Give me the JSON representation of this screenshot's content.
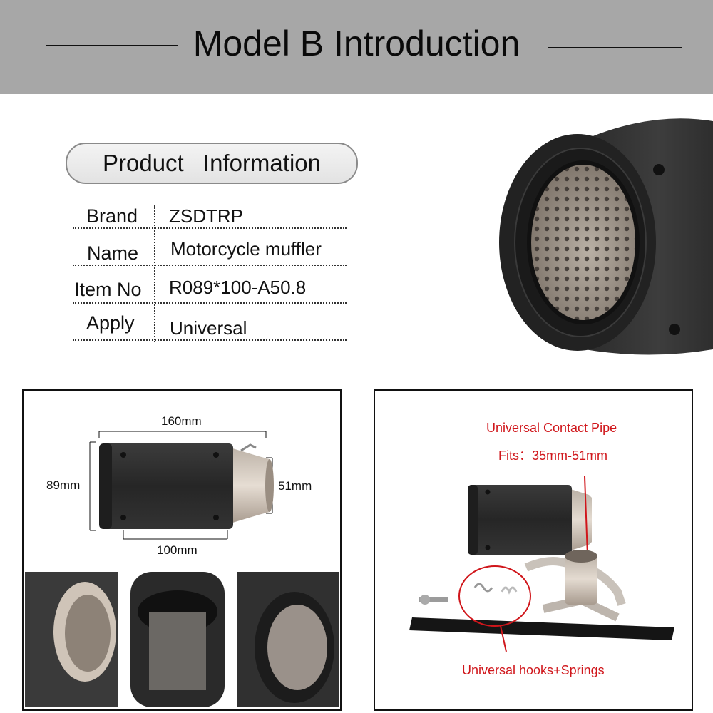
{
  "header": {
    "title": "Model B Introduction"
  },
  "product_info": {
    "heading": "Product   Information",
    "rows": [
      {
        "label": "Brand",
        "value": "ZSDTRP"
      },
      {
        "label": "Name",
        "value": "Motorcycle muffler"
      },
      {
        "label": "Item No",
        "value": "R089*100-A50.8"
      },
      {
        "label": "Apply",
        "value": "Universal"
      }
    ]
  },
  "dimensions": {
    "length": "160mm",
    "height": "89mm",
    "outlet": "51mm",
    "body": "100mm"
  },
  "accessories": {
    "pipe_title": "Universal Contact Pipe",
    "fits": "Fits：35mm-51mm",
    "hooks": "Universal hooks+Springs"
  },
  "colors": {
    "header_bg": "#a7a7a7",
    "annotation_red": "#d0161b",
    "carbon": "#2b2b2b"
  }
}
